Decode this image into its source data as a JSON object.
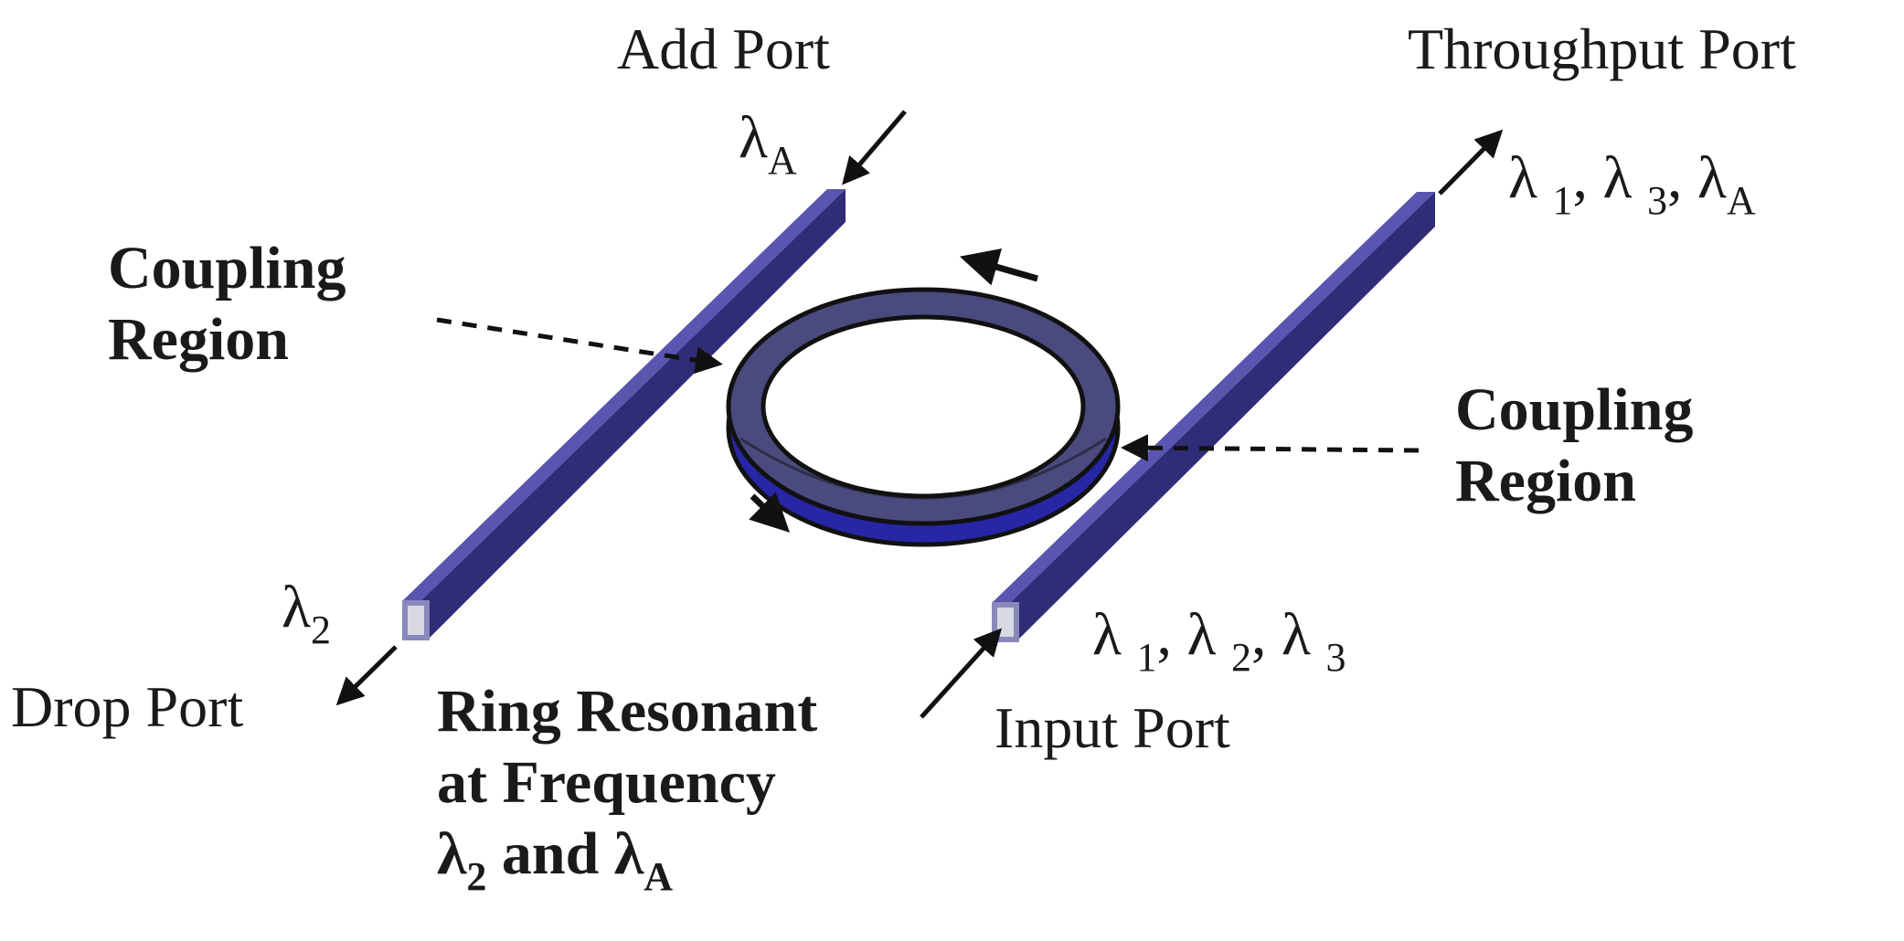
{
  "labels": {
    "add_port": "Add Port",
    "throughput_port": "Throughput Port",
    "drop_port": "Drop Port",
    "input_port": "Input Port",
    "coupling_left_1": "Coupling",
    "coupling_left_2": "Region",
    "coupling_right_1": "Coupling",
    "coupling_right_2": "Region",
    "ring_note_1": "Ring Resonant",
    "ring_note_2": "at Frequency",
    "ring_note_3_and": "and"
  },
  "signals": {
    "lambda": "λ",
    "sub_A": "A",
    "sub_1": "1",
    "sub_2": "2",
    "sub_3": "3",
    "comma": ","
  },
  "colors": {
    "waveguide_front": "#3e3a8e",
    "waveguide_top": "#5a56b0",
    "waveguide_side": "#2b2870",
    "ring_top": "#4a4a7e",
    "ring_side": "#2626a6",
    "arrow": "#111111"
  }
}
